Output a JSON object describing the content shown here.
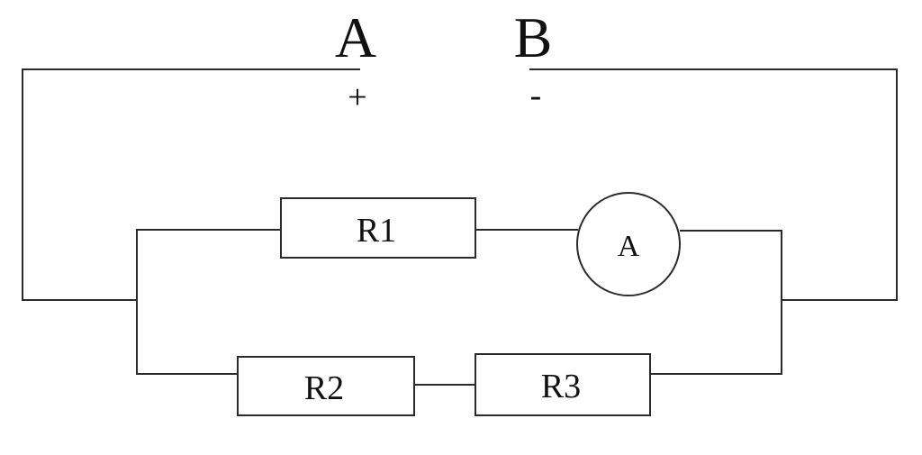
{
  "terminals": {
    "a": {
      "label": "A",
      "polarity": "+"
    },
    "b": {
      "label": "B",
      "polarity": "-"
    }
  },
  "components": {
    "r1": "R1",
    "r2": "R2",
    "r3": "R3",
    "ammeter": "A"
  },
  "colors": {
    "line": "#2b2b2b",
    "text": "#111111"
  }
}
